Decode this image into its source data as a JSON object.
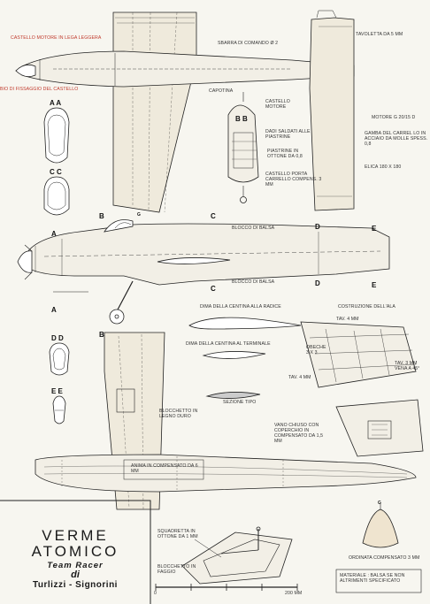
{
  "labels": {
    "castello_motore_lega": "CASTELLO MOTORE IN LEGA LEGGERA",
    "sbarra_comando": "SBARRA DI COMANDO Ø 2",
    "tavoletta": "TAVOLETTA DA 5 mm",
    "fissaggio": "BIO DI FISSAGGIO DEL CASTELLO",
    "capotina": "CAPOTINA",
    "castello_motore": "CASTELLO MOTORE",
    "motore": "MOTORE G 20/15 D",
    "gamba": "GAMBA DEL CARREL LO IN ACCIAIO DA MOLLE SPESS. 0,8",
    "dadi": "DADI SALDATI ALLE PIASTRINE",
    "piastrine": "PIASTRINE IN OTTONE DA 0,8",
    "elica": "ELICA 180 x 180",
    "castello_porta": "CASTELLO PORTA CARRELLO COMPENS. 3 mm",
    "blocco_balsa_1": "BLOCCO DI BALSA",
    "blocco_balsa_2": "BLOCCO DI BALSA",
    "dima_radice": "DIMA DELLA CENTINA ALLA RADICE",
    "costruzione": "COSTRUZIONE DELL'ALA",
    "tav4_a": "TAV. 4 mm",
    "obeche": "OBECHE 3 x 3",
    "dima_terminale": "DIMA DELLA CENTINA AL TERMINALE",
    "tav3": "TAV. 3 mm VENA A 45°",
    "tav4_b": "TAV. 4 mm",
    "sezione_tipo": "SEZIONE TIPO",
    "blocchetto_legno": "BLOCCHETTO IN LEGNO DURO",
    "vano": "VANO CHIUSO CON COPERCHIO IN COMPENSATO DA 1,5 mm",
    "anima": "ANIMA IN COMPENSATO DA 6 mm",
    "squadretta": "SQUADRETTA IN OTTONE DA 1 mm",
    "blocchetto_faggio": "BLOCCHETTO IN FAGGIO",
    "ordinata": "ORDINATA COMPENSATO 3 mm",
    "materiale": "MATERIALE : BALSA SE NON ALTRIMENTI SPECIFICATO",
    "scale_0": "0",
    "scale_200": "200 mm"
  },
  "section_letters": {
    "aa": "A A",
    "cc": "C C",
    "bb": "B B",
    "dd": "D D",
    "ee": "E E",
    "b_top": "B",
    "c_top": "C",
    "a_left": "A",
    "d_right": "D",
    "e_right": "E",
    "c_bot": "C",
    "d_bot": "D",
    "e_bot": "E",
    "a_bot": "A",
    "b_bot": "B",
    "g_top": "G",
    "g_right": "G"
  },
  "title": {
    "line1": "VERME",
    "line2": "ATOMICO",
    "line3": "Team Racer",
    "line4": "di",
    "line5": "Turlizzi - Signorini"
  },
  "colors": {
    "ink": "#222222",
    "paper": "#f7f6f0",
    "red_label": "#c0392b"
  }
}
